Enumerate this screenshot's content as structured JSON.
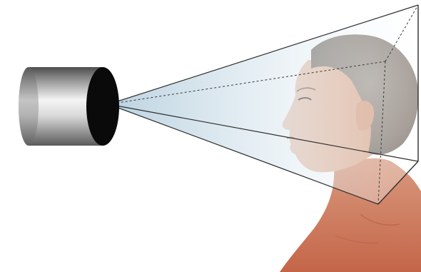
{
  "diagram": {
    "objects": [
      {
        "name": "camera",
        "shape": "cylinder"
      },
      {
        "name": "field-of-view",
        "shape": "pyramid-frustum"
      },
      {
        "name": "subject",
        "shape": "human-head-profile"
      }
    ]
  },
  "colors": {
    "background": "#ffffff",
    "camera_lens": "#0a0a0a",
    "camera_body_light": "#f4f4f4",
    "camera_body_dark": "#5a5a5a",
    "beam_near": "#a9c6d8",
    "beam_far": "#ffffff",
    "outline": "#3a3a3a",
    "hair": "#8b8077",
    "skin_face": "#e9c1ab",
    "skin_neck": "#cf7b5f"
  }
}
